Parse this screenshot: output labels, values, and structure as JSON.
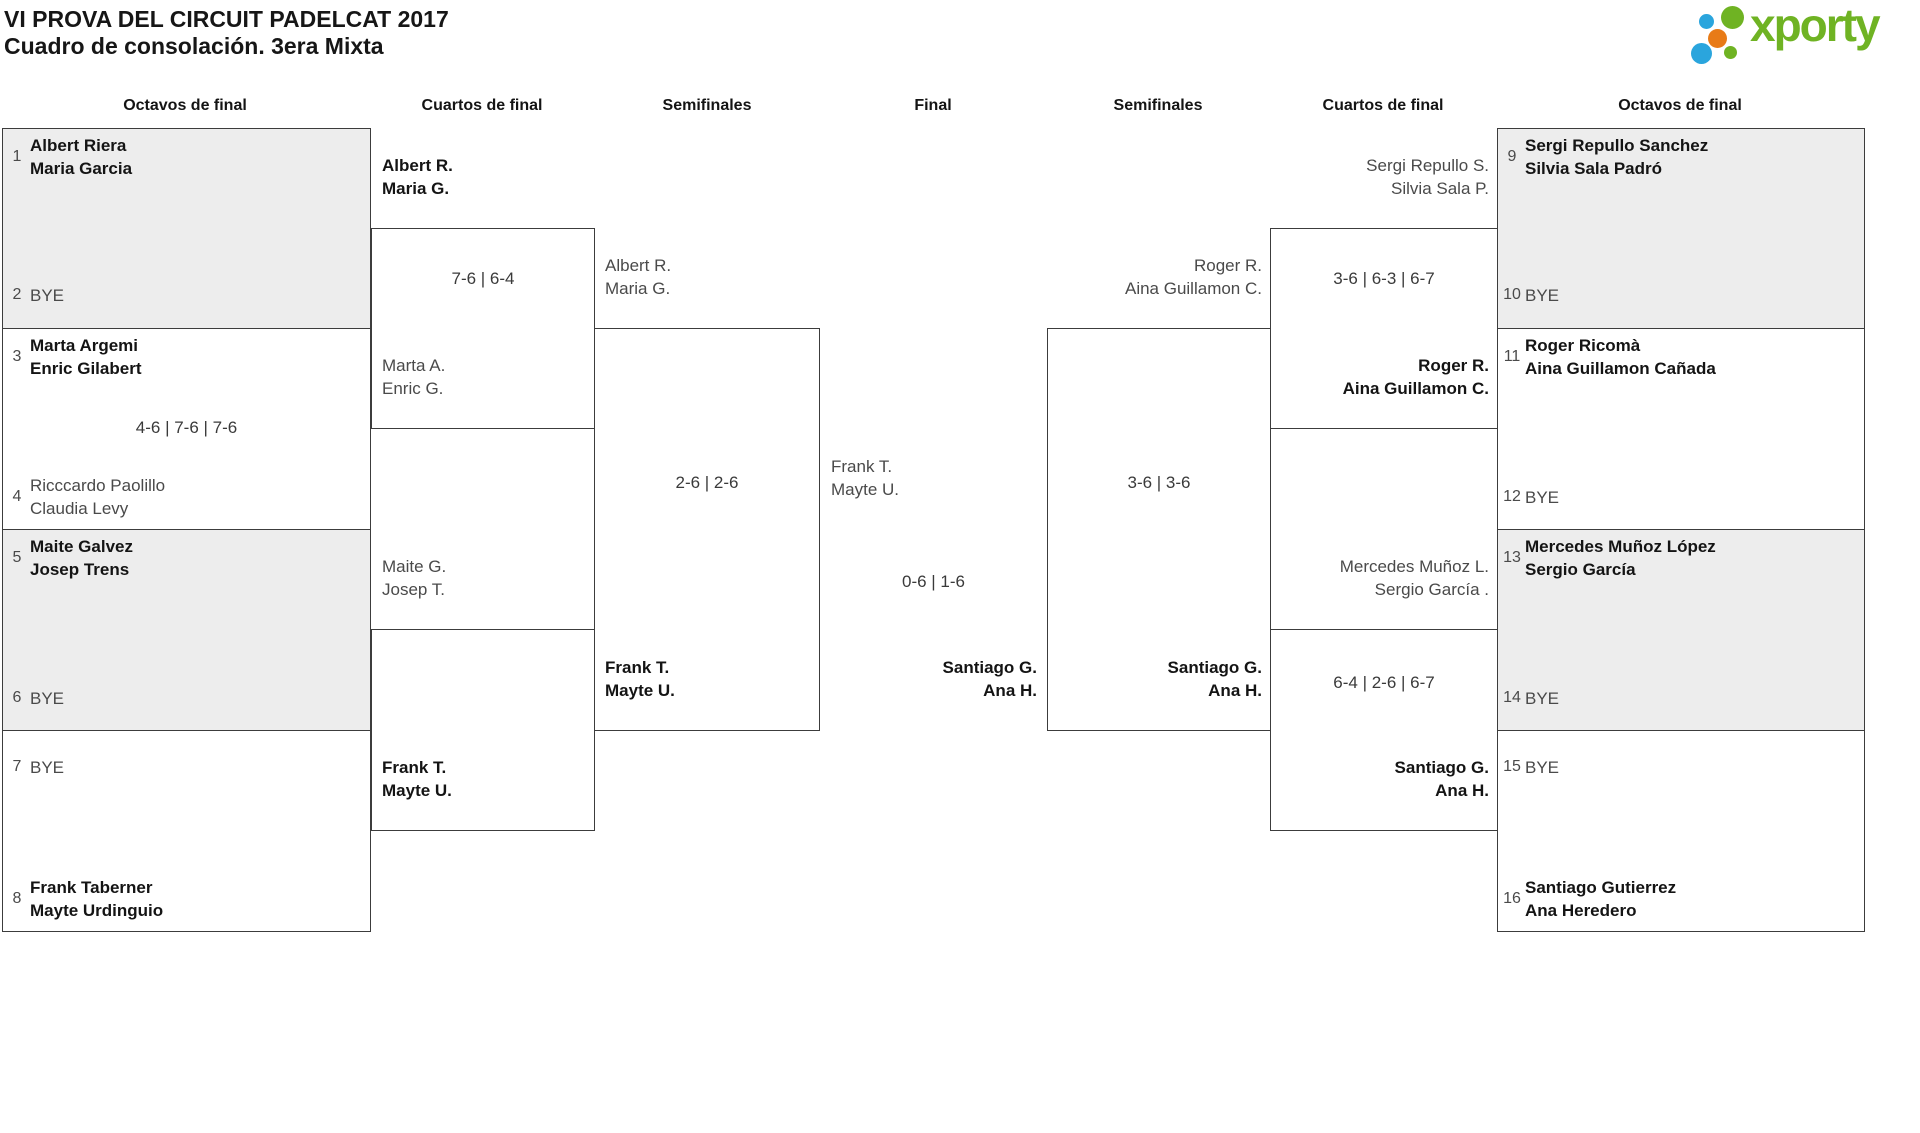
{
  "header": {
    "title": "VI PROVA DEL CIRCUIT PADELCAT 2017",
    "subtitle": "Cuadro de consolación. 3era Mixta"
  },
  "logo": {
    "text": "xporty",
    "green": "#6fb323",
    "blue": "#2aa5dd",
    "orange": "#e87b17"
  },
  "rounds": [
    "Octavos de final",
    "Cuartos de final",
    "Semifinales",
    "Final",
    "Semifinales",
    "Cuartos de final",
    "Octavos de final"
  ],
  "slots": [
    {
      "num": "1",
      "line1": "Albert Riera",
      "line2": "Maria Garcia"
    },
    {
      "num": "2",
      "line1": "BYE",
      "line2": ""
    },
    {
      "num": "3",
      "line1": "Marta Argemi",
      "line2": "Enric Gilabert"
    },
    {
      "num": "4",
      "line1": "Ricccardo Paolillo",
      "line2": "Claudia Levy"
    },
    {
      "num": "5",
      "line1": "Maite Galvez",
      "line2": "Josep Trens"
    },
    {
      "num": "6",
      "line1": "BYE",
      "line2": ""
    },
    {
      "num": "7",
      "line1": "BYE",
      "line2": ""
    },
    {
      "num": "8",
      "line1": "Frank Taberner",
      "line2": "Mayte Urdinguio"
    },
    {
      "num": "9",
      "line1": "Sergi Repullo Sanchez",
      "line2": "Silvia Sala Padró"
    },
    {
      "num": "10",
      "line1": "BYE",
      "line2": ""
    },
    {
      "num": "11",
      "line1": "Roger Ricomà",
      "line2": "Aina Guillamon Cañada"
    },
    {
      "num": "12",
      "line1": "BYE",
      "line2": ""
    },
    {
      "num": "13",
      "line1": "Mercedes Muñoz López",
      "line2": "Sergio García"
    },
    {
      "num": "14",
      "line1": "BYE",
      "line2": ""
    },
    {
      "num": "15",
      "line1": "BYE",
      "line2": ""
    },
    {
      "num": "16",
      "line1": "Santiago Gutierrez",
      "line2": "Ana Heredero"
    }
  ],
  "octavos_score_3_4": "4-6 | 7-6 | 7-6",
  "matches": {
    "qf_l_a": {
      "top1": "Albert R.",
      "top2": "Maria G.",
      "bottom1": "Marta A.",
      "bottom2": "Enric G.",
      "score": "7-6 | 6-4"
    },
    "qf_l_b": {
      "top1": "Maite G.",
      "top2": "Josep T.",
      "bottom1": "Frank T.",
      "bottom2": "Mayte U.",
      "score": ""
    },
    "sf_l": {
      "top1": "Albert R.",
      "top2": "Maria G.",
      "bottom1": "Frank T.",
      "bottom2": "Mayte U.",
      "score": "2-6 | 2-6"
    },
    "final": {
      "top1": "Frank T.",
      "top2": "Mayte U.",
      "bottom1": "Santiago G.",
      "bottom2": "Ana H.",
      "score": "0-6 | 1-6"
    },
    "sf_r": {
      "top1": "Roger R.",
      "top2": "Aina Guillamon C.",
      "bottom1": "Santiago G.",
      "bottom2": "Ana H.",
      "score": "3-6 | 3-6"
    },
    "qf_r_a": {
      "top1": "Sergi Repullo S.",
      "top2": "Silvia Sala P.",
      "bottom1": "Roger R.",
      "bottom2": "Aina Guillamon C.",
      "score": "3-6 | 6-3 | 6-7"
    },
    "qf_r_b": {
      "top1": "Mercedes Muñoz L.",
      "top2": "Sergio García .",
      "bottom1": "Santiago G.",
      "bottom2": "Ana H.",
      "score": "6-4 | 2-6 | 6-7"
    }
  }
}
